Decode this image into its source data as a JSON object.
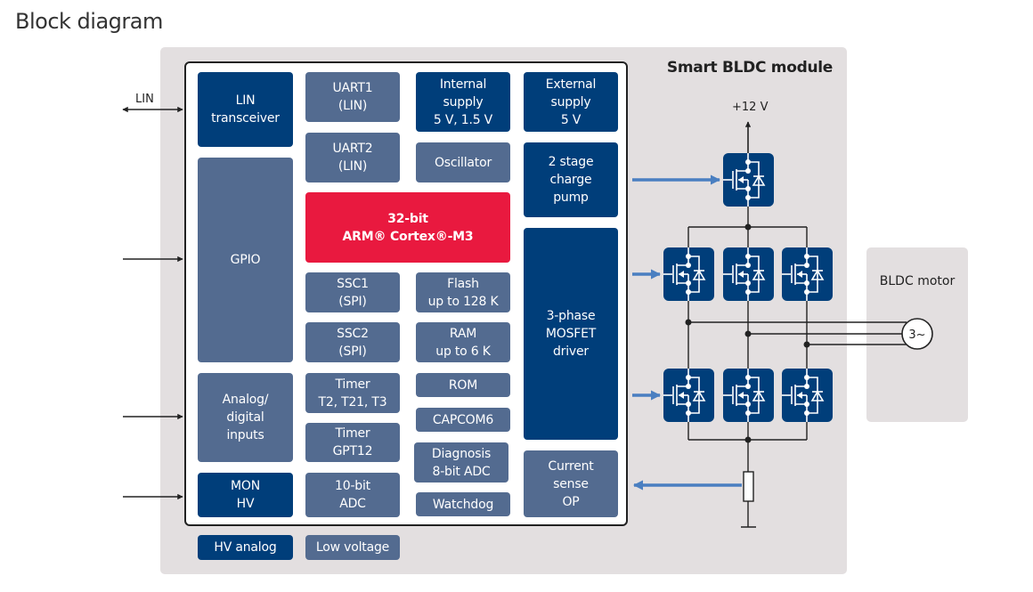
{
  "page": {
    "title": "Block diagram"
  },
  "module": {
    "title": "Smart BLDC module"
  },
  "motor": {
    "label": "BLDC motor",
    "symbol": "3~"
  },
  "supply": {
    "label": "+12 V"
  },
  "external_signals": {
    "lin": "LIN"
  },
  "blocks": {
    "lin_transceiver": "LIN\ntransceiver",
    "gpio": "GPIO",
    "analog_digital_inputs": "Analog/\ndigital\ninputs",
    "mon_hv": "MON\nHV",
    "uart1": "UART1\n(LIN)",
    "uart2": "UART2\n(LIN)",
    "cpu": "32-bit\nARM® Cortex®-M3",
    "ssc1": "SSC1\n(SPI)",
    "ssc2": "SSC2\n(SPI)",
    "timer_t2": "Timer\nT2, T21, T3",
    "timer_gpt12": "Timer\nGPT12",
    "adc10": "10-bit\nADC",
    "internal_supply": "Internal\nsupply\n5 V, 1.5 V",
    "oscillator": "Oscillator",
    "flash": "Flash\nup to 128 K",
    "ram": "RAM\nup to 6 K",
    "rom": "ROM",
    "capcom6": "CAPCOM6",
    "diagnosis_adc": "Diagnosis\n8-bit ADC",
    "watchdog": "Watchdog",
    "external_supply": "External\nsupply\n5 V",
    "charge_pump": "2 stage\ncharge\npump",
    "mosfet_driver": "3-phase\nMOSFET\ndriver",
    "current_sense": "Current\nsense\nOP"
  },
  "legend": [
    {
      "label": "HV analog",
      "color": "#003e7a"
    },
    {
      "label": "Low voltage",
      "color": "#536b90"
    }
  ],
  "colors": {
    "hv": "#003e7a",
    "lv": "#536b90",
    "cpu": "#e9193f",
    "module_bg": "#e3dfe0",
    "signal_arrow": "#4a7fc1"
  }
}
